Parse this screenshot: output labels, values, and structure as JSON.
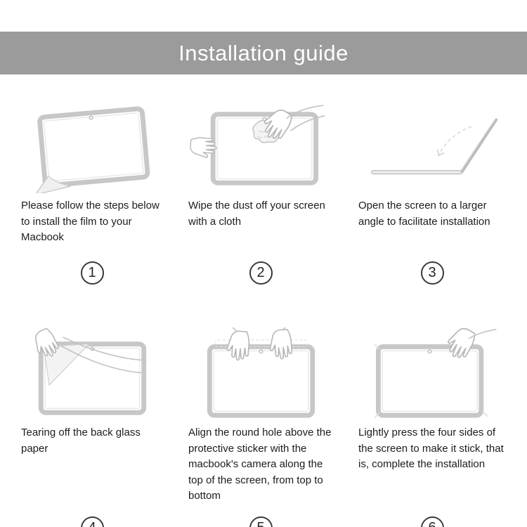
{
  "header": {
    "title": "Installation guide",
    "bg_color": "#9b9b9b",
    "text_color": "#ffffff"
  },
  "steps": [
    {
      "number": "1",
      "caption": "Please follow the steps below to install the film to your Macbook",
      "icon": "peel-film-screen-icon"
    },
    {
      "number": "2",
      "caption": "Wipe the dust off your screen with a cloth",
      "icon": "wipe-screen-cloth-icon"
    },
    {
      "number": "3",
      "caption": "Open the screen to a larger angle to facilitate installation",
      "icon": "open-laptop-angle-icon"
    },
    {
      "number": "4",
      "caption": "Tearing off the back glass paper",
      "icon": "tear-back-paper-icon"
    },
    {
      "number": "5",
      "caption": "Align the round hole above the protective sticker with the macbook's camera along the top of the screen, from top to bottom",
      "icon": "align-film-camera-icon"
    },
    {
      "number": "6",
      "caption": "Lightly press the four sides of the screen to make it stick, that is, complete the installation",
      "icon": "press-four-sides-icon"
    }
  ]
}
